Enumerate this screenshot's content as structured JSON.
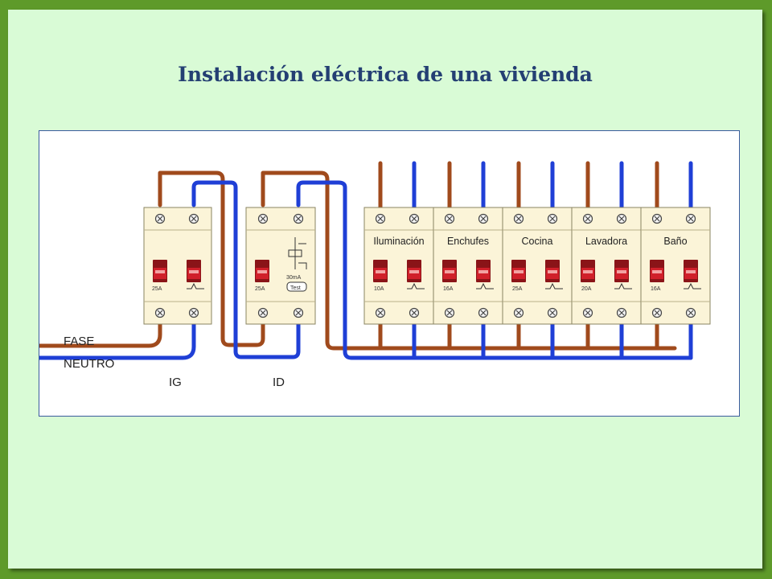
{
  "title": "Instalación eléctrica de una vivienda",
  "labels": {
    "fase": "FASE",
    "neutro": "NEUTRO",
    "ig": "IG",
    "id": "ID"
  },
  "ig": {
    "rating": "25A"
  },
  "id": {
    "rating": "25A",
    "sensitivity": "30mA",
    "test_label": "Test"
  },
  "circuits": [
    {
      "name": "Iluminación",
      "rating": "10A"
    },
    {
      "name": "Enchufes",
      "rating": "16A"
    },
    {
      "name": "Cocina",
      "rating": "25A"
    },
    {
      "name": "Lavadora",
      "rating": "20A"
    },
    {
      "name": "Baño",
      "rating": "16A"
    }
  ],
  "colors": {
    "fase_wire": "#a04a1c",
    "neutro_wire": "#1f3fd6",
    "breaker_body": "#fbf4d8",
    "breaker_switch": "#d0202a"
  }
}
